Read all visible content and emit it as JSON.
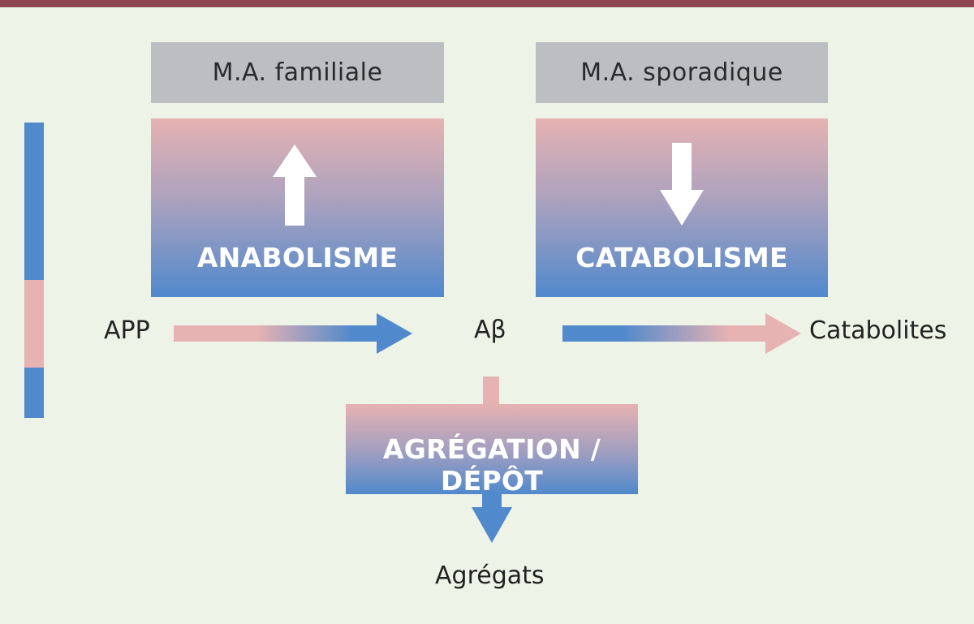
{
  "labels": {
    "familial": "M.A. familiale",
    "sporadic": "M.A. sporadique"
  },
  "boxes": {
    "anabolism": "ANABOLISME",
    "catabolism": "CATABOLISME",
    "aggregation": "AGRÉGATION / DÉPÔT"
  },
  "nodes": {
    "app": "APP",
    "abeta": "Aβ",
    "catabolites": "Catabolites",
    "aggregates": "Agrégats"
  },
  "colors": {
    "top_bar": "#8e4652",
    "background": "#eef3e8",
    "label_box": "#bdbec2",
    "pink": "#e6b2b2",
    "blue": "#5089cc"
  }
}
